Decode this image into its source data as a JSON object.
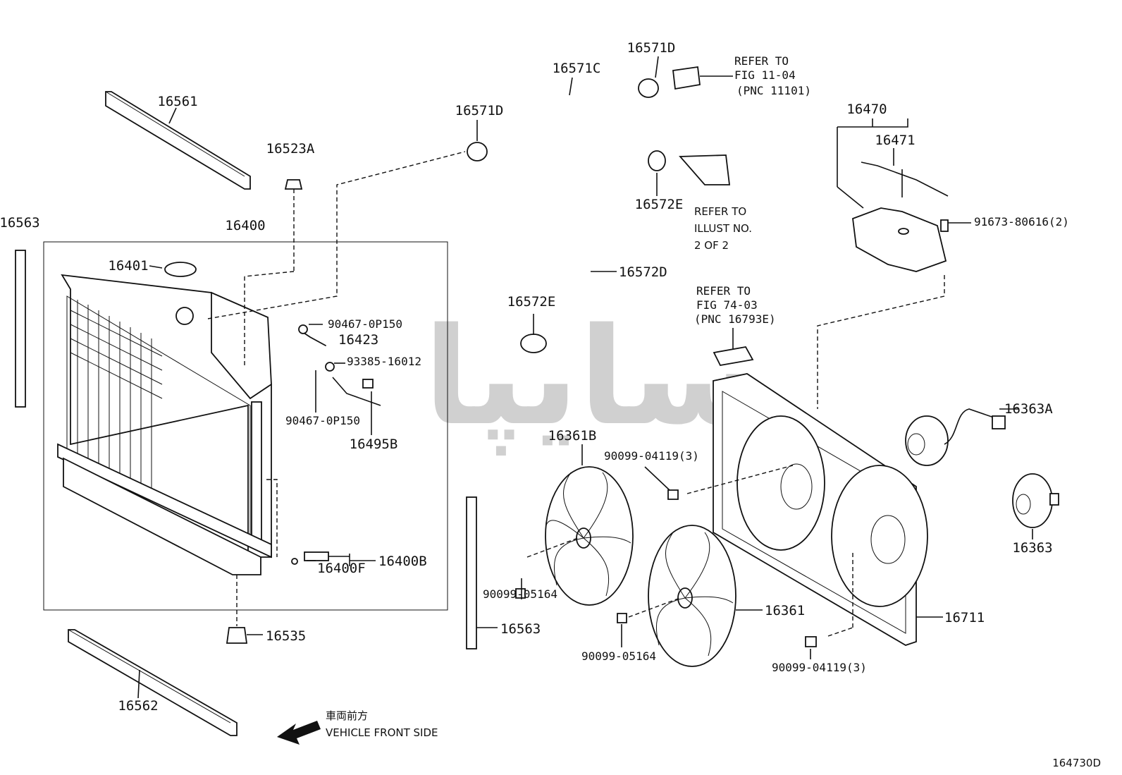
{
  "diagram_id": "164730D",
  "watermark": "ﺳﺎﯾﭙﺎ",
  "front_side": {
    "jp": "車両前方",
    "en": "VEHICLE FRONT SIDE"
  },
  "parts": {
    "p16561": "16561",
    "p16523A": "16523A",
    "p16563a": "16563",
    "p16400": "16400",
    "p16401": "16401",
    "p90467a": "90467-0P150",
    "p16423": "16423",
    "p93385": "93385-16012",
    "p90467b": "90467-0P150",
    "p16495B": "16495B",
    "p16400B": "16400B",
    "p16400F": "16400F",
    "p16535": "16535",
    "p16562": "16562",
    "p16563b": "16563",
    "p16571C": "16571C",
    "p16571Da": "16571D",
    "p16571Db": "16571D",
    "p16572E_top": "16572E",
    "p16572D": "16572D",
    "p16572E_bot": "16572E",
    "p16470": "16470",
    "p16471": "16471",
    "p91673": "91673-80616(2)",
    "p16363A": "16363A",
    "p16363": "16363",
    "p16361B": "16361B",
    "p90099_04119a": "90099-04119(3)",
    "p90099_05164a": "90099-05164",
    "p16361": "16361",
    "p90099_05164b": "90099-05164",
    "p90099_04119b": "90099-04119(3)",
    "p16711": "16711"
  },
  "refs": {
    "ref1": [
      "REFER TO",
      "FIG 11-04",
      "(PNC 11101)"
    ],
    "ref2": [
      "REFER TO",
      "ILLUST NO.",
      "2 OF 2"
    ],
    "ref3": [
      "REFER TO",
      "FIG 74-03",
      "(PNC 16793E)"
    ]
  }
}
